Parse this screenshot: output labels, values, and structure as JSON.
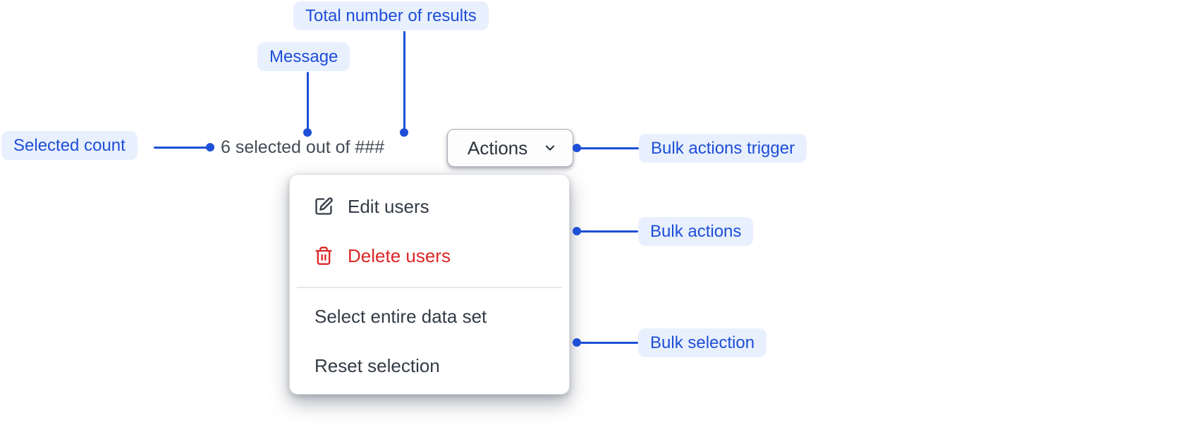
{
  "annotations": {
    "total_results": "Total number of results",
    "message": "Message",
    "selected_count": "Selected count",
    "bulk_actions_trigger": "Bulk actions trigger",
    "bulk_actions": "Bulk actions",
    "bulk_selection": "Bulk selection"
  },
  "toolbar": {
    "message": "6 selected out of ###",
    "actions_button": "Actions"
  },
  "menu": {
    "items": [
      {
        "label": "Edit users",
        "icon": "edit-pencil-icon",
        "danger": false
      },
      {
        "label": "Delete users",
        "icon": "trash-icon",
        "danger": true
      },
      {
        "label": "Select entire data set",
        "icon": null,
        "danger": false
      },
      {
        "label": "Reset selection",
        "icon": null,
        "danger": false
      }
    ]
  },
  "colors": {
    "annotation_blue": "#1d4ed8",
    "annotation_chip_bg": "#e9f0fd",
    "connector_blue": "#1d4fd7",
    "danger_red": "#dc2626",
    "menu_text": "#333b45",
    "message_text": "#434b55"
  }
}
